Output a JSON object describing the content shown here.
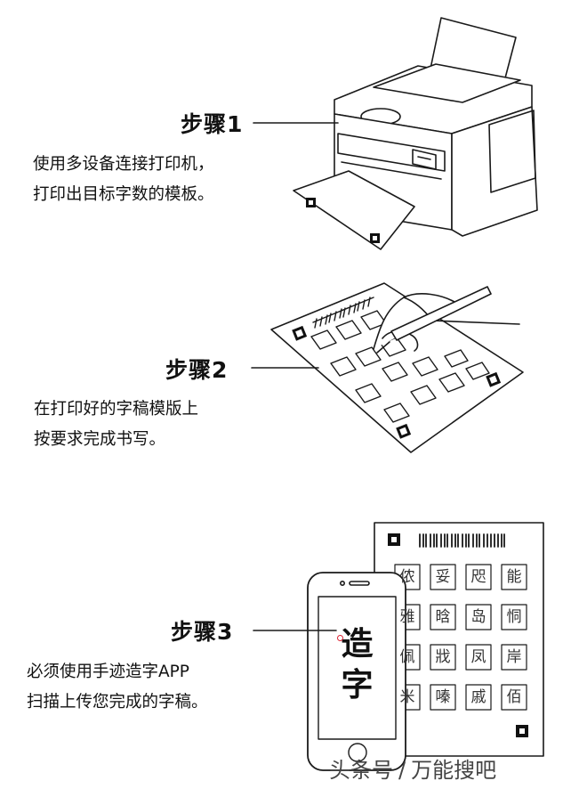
{
  "steps": [
    {
      "title": "步骤1",
      "lines": [
        "使用多设备连接打印机，",
        "打印出目标字数的模板。"
      ]
    },
    {
      "title": "步骤2",
      "lines": [
        "在打印好的字稿模版上",
        "按要求完成书写。"
      ]
    },
    {
      "title": "步骤3",
      "lines": [
        "必须使用手迹造字APP",
        "扫描上传您完成的字稿。"
      ]
    }
  ],
  "phone_screen": {
    "line1": "造",
    "line2": "字"
  },
  "sample_glyphs": [
    [
      "侬",
      "妥",
      "咫",
      "能"
    ],
    [
      "雅",
      "晗",
      "岛",
      "恫"
    ],
    [
      "佩",
      "戕",
      "凤",
      "岸"
    ],
    [
      "米",
      "嗪",
      "戚",
      "佰"
    ]
  ],
  "watermark": {
    "left": "头条号",
    "sep": "/",
    "right": "万能搜吧"
  }
}
